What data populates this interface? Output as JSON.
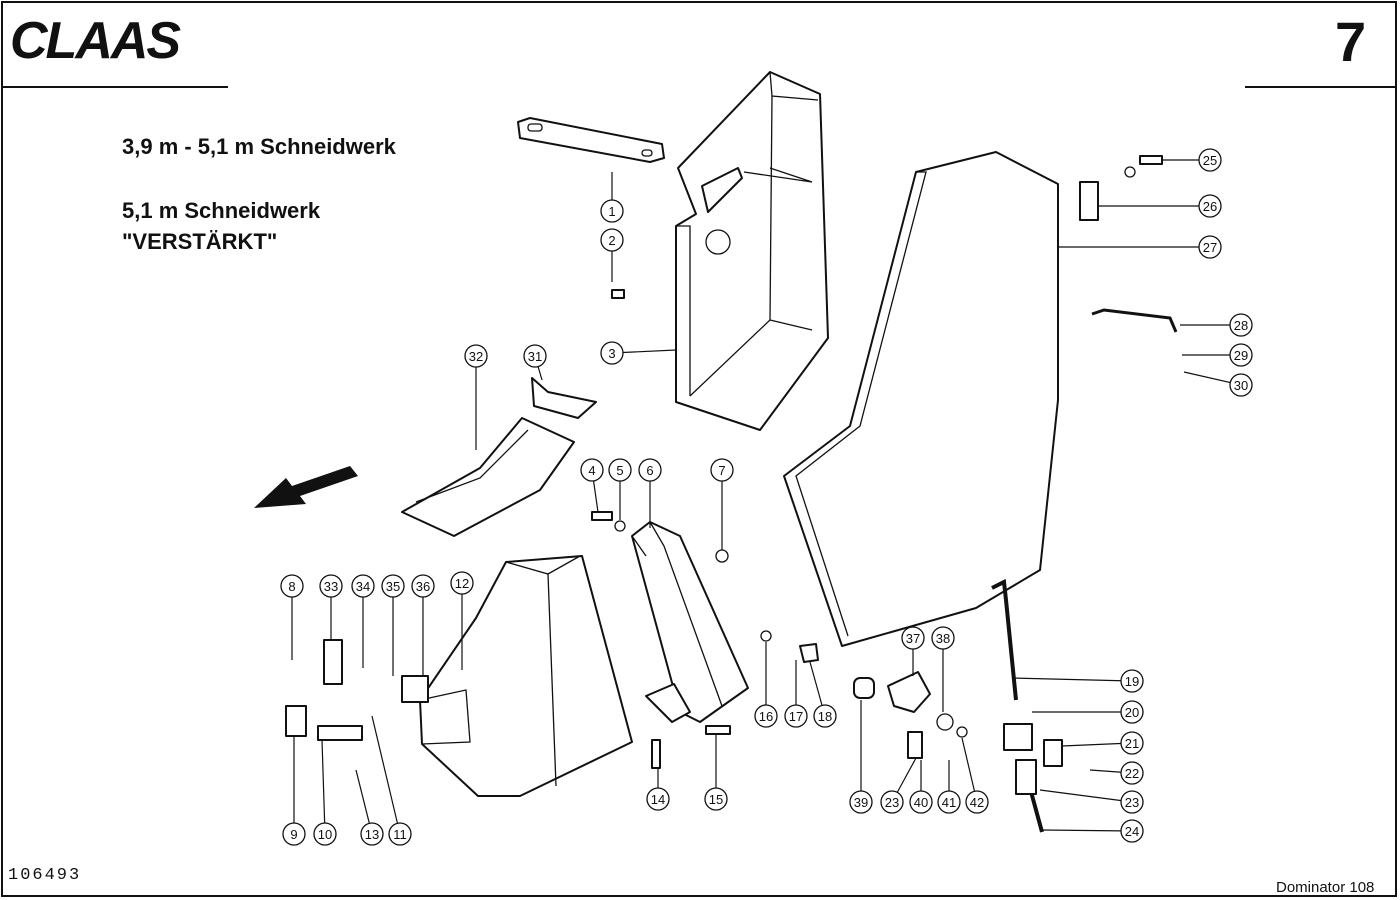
{
  "header": {
    "brand": "CLAAS",
    "page_number": "7"
  },
  "titles": {
    "line1": "3,9 m - 5,1 m Schneidwerk",
    "line2": "5,1 m Schneidwerk",
    "line3": "\"VERSTÄRKT\""
  },
  "footer": {
    "drawing_number": "106493",
    "model": "Dominator 108"
  },
  "callouts": [
    "1",
    "2",
    "3",
    "4",
    "5",
    "6",
    "7",
    "8",
    "9",
    "10",
    "11",
    "12",
    "13",
    "14",
    "15",
    "16",
    "17",
    "18",
    "19",
    "20",
    "21",
    "22",
    "23",
    "23",
    "24",
    "25",
    "26",
    "27",
    "28",
    "29",
    "30",
    "31",
    "32",
    "33",
    "34",
    "35",
    "36",
    "37",
    "38",
    "39",
    "40",
    "41",
    "42"
  ],
  "icons": {
    "direction_arrow": "arrow-left-down-icon"
  }
}
